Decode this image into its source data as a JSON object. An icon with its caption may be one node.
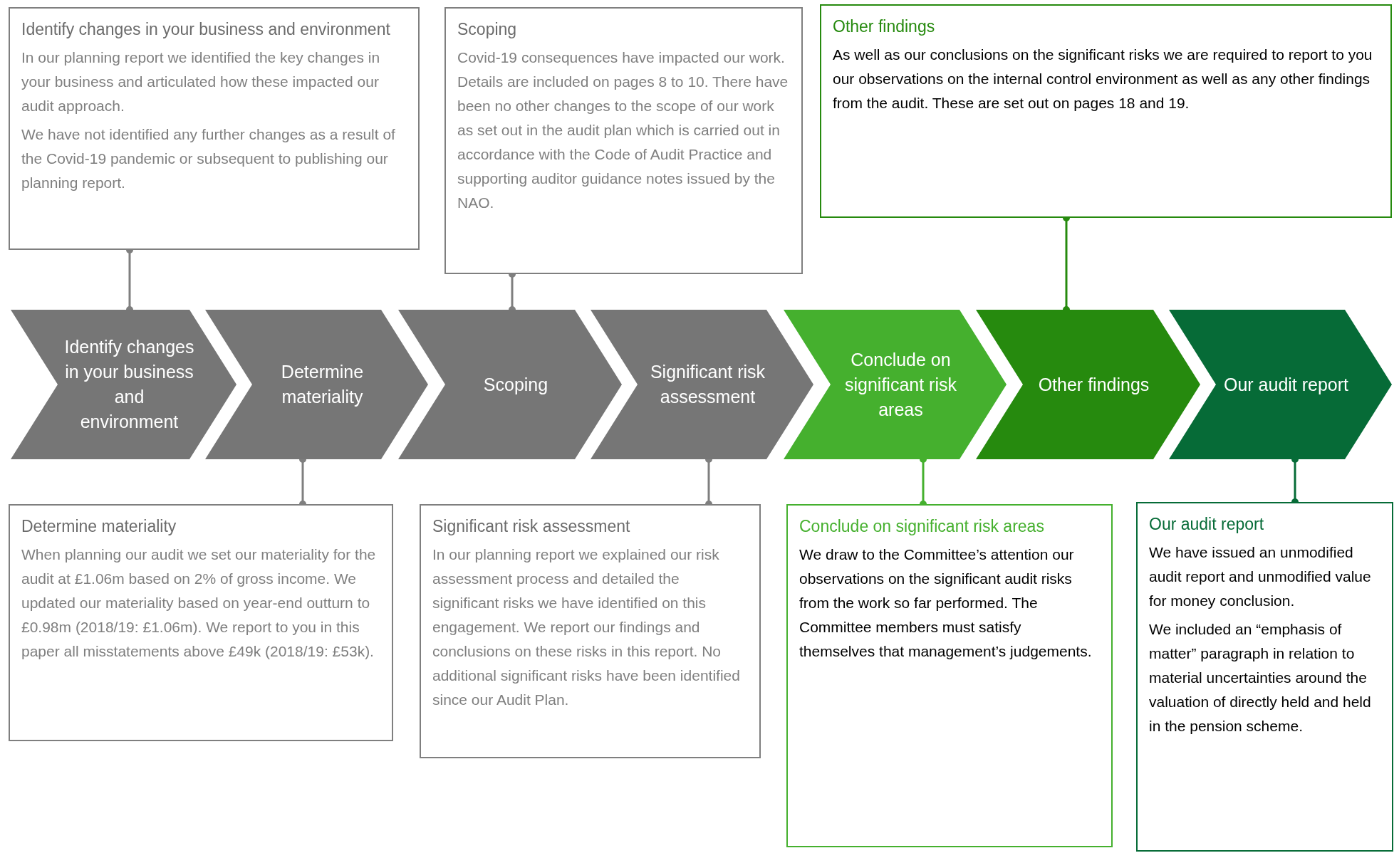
{
  "diagram": {
    "nodes": [
      {
        "text": [
          "Identify changes in your business and environment",
          "In our planning report we identified the key changes in your business and articulated how these impacted our audit approach.",
          "We have not identified any further changes as a result of the Covid-19 pandemic or subsequent to publishing our planning report."
        ]
      },
      {
        "text": [
          "Scoping",
          "Covid-19 consequences have impacted our work. Details are included on pages 8 to 10.  There have been no other changes to the scope of our work as set out in the audit plan which is carried out in accordance with the Code of Audit Practice and supporting auditor guidance notes issued by the NAO."
        ]
      },
      {
        "text": [
          "Other findings",
          "As well as our conclusions on the significant risks we are required to report to you our observations on the internal control environment as well as any other findings from the audit. These are set out on pages 18 and 19."
        ]
      },
      {
        "text": [
          "Identify changes in your business and environment"
        ]
      },
      {
        "text": [
          "Determine materiality"
        ]
      },
      {
        "text": [
          "Scoping"
        ]
      },
      {
        "text": [
          "Significant risk assessment"
        ]
      },
      {
        "text": [
          "Conclude on significant risk areas"
        ]
      },
      {
        "text": [
          "Other findings"
        ]
      },
      {
        "text": [
          "Our audit report"
        ]
      },
      {
        "text": [
          "Determine materiality",
          "When planning our audit we set our materiality for the audit at £1.06m based on 2% of gross income.  We updated our materiality based on year-end outturn to £0.98m (2018/19: £1.06m). We report to you in this paper all misstatements above £49k (2018/19: £53k)."
        ]
      },
      {
        "text": [
          "Significant risk assessment",
          "In our planning report we explained our risk assessment process and detailed the significant risks we have identified on this engagement. We report our findings and conclusions on these risks in this report.  No additional significant risks have been identified since our Audit Plan."
        ]
      },
      {
        "text": [
          "Conclude on significant risk areas",
          "We draw to the Committee’s attention our observations on the significant audit risks from the work so far performed. The Committee members must satisfy themselves that management’s judgements."
        ]
      },
      {
        "text": [
          "Our audit report",
          "We have issued an unmodified audit report and unmodified value for money conclusion.",
          "We included an “emphasis of matter” paragraph in relation to material uncertainties around the valuation of directly held and held in the pension scheme."
        ]
      }
    ],
    "edges": [
      {
        "from": 0,
        "to": 3,
        "arrow": "other"
      },
      {
        "from": 1,
        "to": 5,
        "arrow": "other"
      },
      {
        "from": 2,
        "to": 8,
        "arrow": "other",
        "color": "#268a0e"
      },
      {
        "from": 4,
        "to": 10,
        "arrow": "other"
      },
      {
        "from": 6,
        "to": 11,
        "arrow": "other"
      },
      {
        "from": 7,
        "to": 12,
        "arrow": "other",
        "color": "#45b02e"
      },
      {
        "from": 9,
        "to": 13,
        "arrow": "other",
        "color": "#066b37"
      }
    ]
  }
}
